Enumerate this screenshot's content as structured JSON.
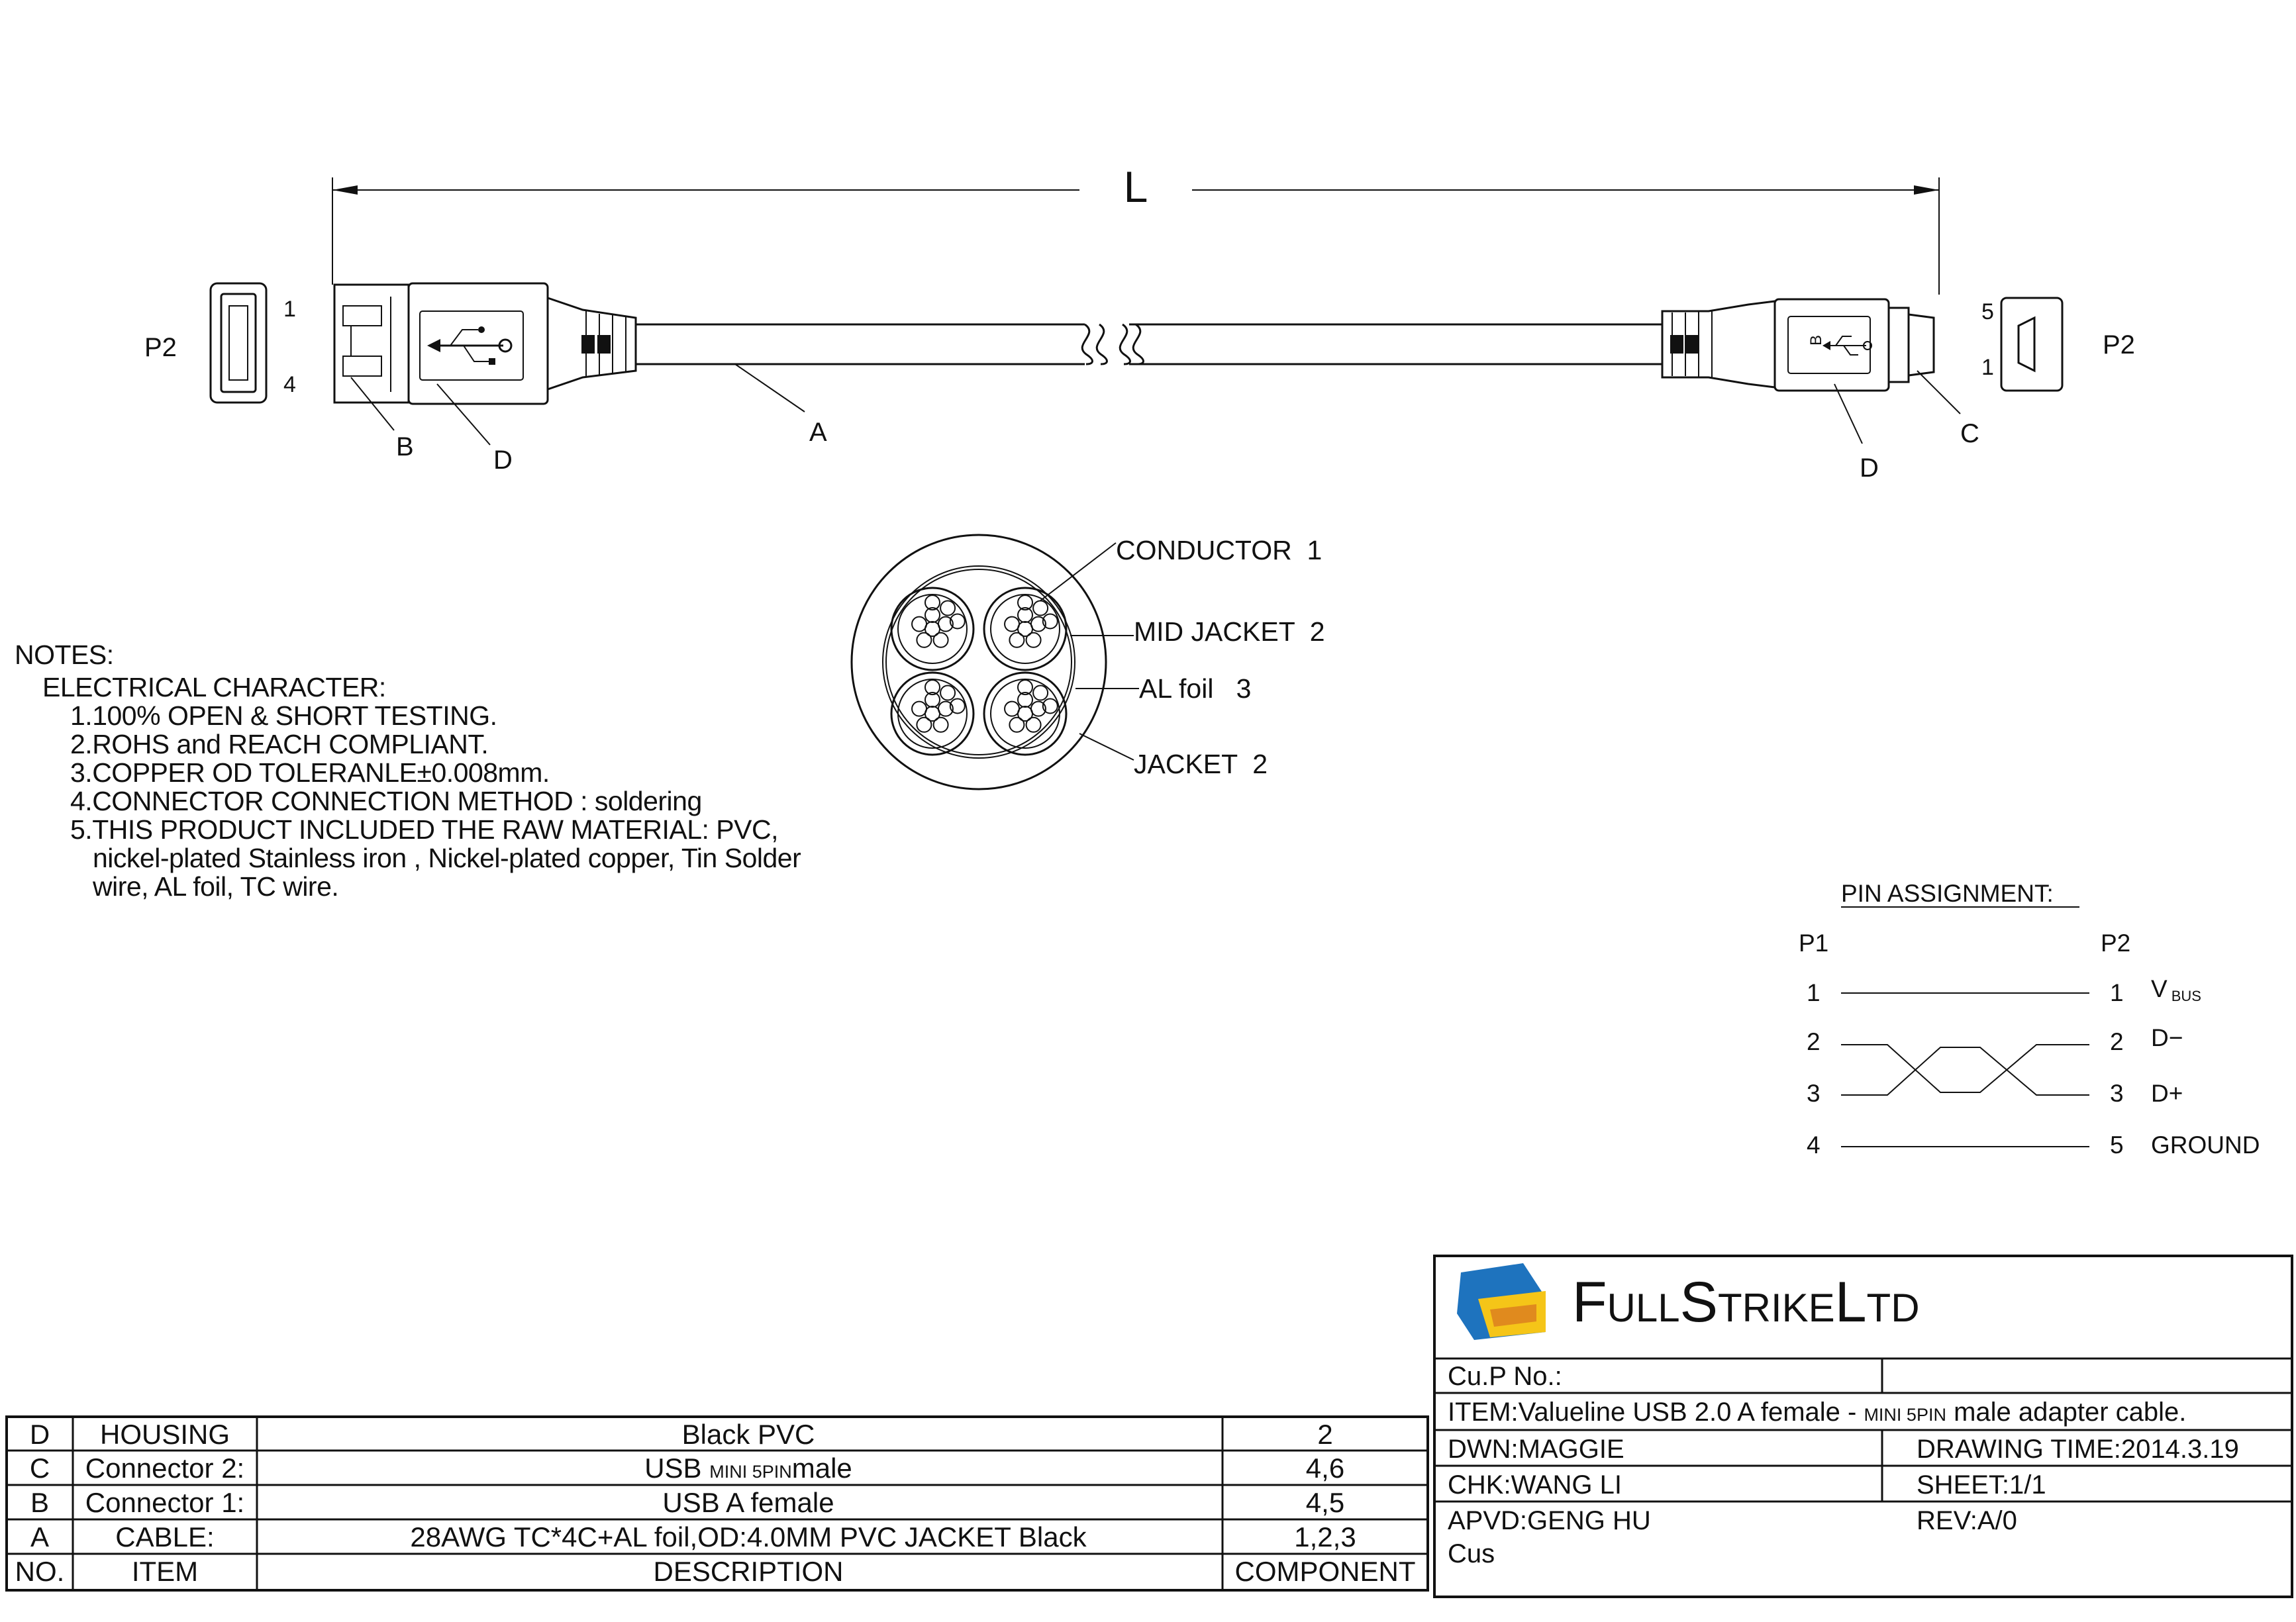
{
  "dimension": {
    "length_label": "L"
  },
  "connector_left": {
    "name": "P2",
    "pin_top": "1",
    "pin_bottom": "4"
  },
  "connector_right": {
    "name": "P2",
    "pin_top": "5",
    "pin_bottom": "1",
    "marking": "B"
  },
  "callouts": {
    "a": "A",
    "b": "B",
    "c": "C",
    "d_left": "D",
    "d_right": "D"
  },
  "cross_section": {
    "labels": [
      "CONDUCTOR  1",
      "MID JACKET  2",
      "AL foil   3",
      "JACKET  2"
    ]
  },
  "notes": {
    "title": "NOTES:",
    "subtitle": "ELECTRICAL CHARACTER:",
    "items": [
      "1.100% OPEN & SHORT TESTING.",
      "2.ROHS and REACH COMPLIANT.",
      "3.COPPER OD TOLERANLE±0.008mm.",
      "4.CONNECTOR CONNECTION METHOD : soldering",
      "5.THIS PRODUCT INCLUDED THE RAW MATERIAL: PVC,",
      "nickel-plated Stainless iron , Nickel-plated copper, Tin Solder",
      "wire, AL foil, TC wire."
    ]
  },
  "pin_assignment": {
    "title": "PIN ASSIGNMENT:",
    "p1": "P1",
    "p2": "P2",
    "left_pins": [
      "1",
      "2",
      "3",
      "4"
    ],
    "right_pins": [
      "1",
      "2",
      "3",
      "5"
    ],
    "signals": [
      "V",
      "D−",
      "D+",
      "GROUND"
    ],
    "vbus_subscript": "BUS"
  },
  "bom": {
    "header": {
      "no": "NO.",
      "item": "ITEM",
      "description": "DESCRIPTION",
      "component": "COMPONENT"
    },
    "rows": [
      {
        "no": "D",
        "item": "HOUSING",
        "description": "Black PVC",
        "component": "2"
      },
      {
        "no": "C",
        "item": "Connector 2:",
        "description_pre": "USB ",
        "description_small": "MINI 5PIN",
        "description_post": "male",
        "component": "4,6"
      },
      {
        "no": "B",
        "item": "Connector 1:",
        "description": "USB A female",
        "component": "4,5"
      },
      {
        "no": "A",
        "item": "CABLE:",
        "description": "28AWG TC*4C+AL foil,OD:4.0MM PVC JACKET Black",
        "component": "1,2,3"
      }
    ]
  },
  "title_block": {
    "company": "FullStrikeLtd",
    "company_parts": [
      "F",
      "ULL",
      "S",
      "TRIKE",
      "L",
      "TD"
    ],
    "cu_p_no": "Cu.P No.:",
    "item_pre": "ITEM:Valueline USB 2.0 A female - ",
    "item_small": "MINI 5PIN",
    "item_post": " male adapter cable.",
    "dwn": "DWN:MAGGIE",
    "drawing_time": "DRAWING TIME:2014.3.19",
    "chk": "CHK:WANG LI",
    "sheet": "SHEET:1/1",
    "apvd": "APVD:GENG HU",
    "rev": "REV:A/0",
    "cus": "Cus",
    "logo_colors": {
      "blue": "#1e73be",
      "yellow": "#f5c518",
      "orange": "#e08a1e"
    }
  }
}
